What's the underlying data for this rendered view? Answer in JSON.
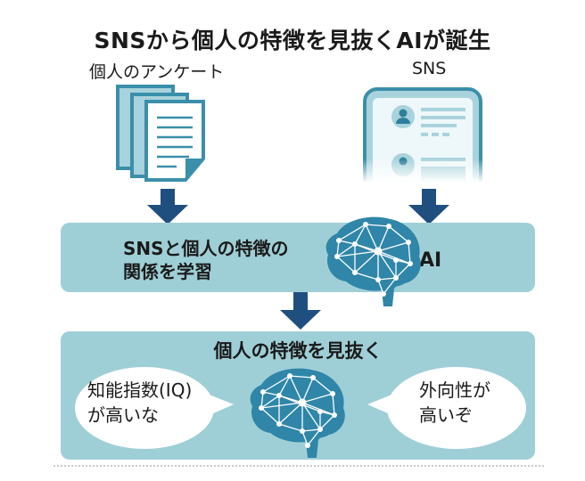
{
  "title": "SNSから個人の特徴を見抜くAIが誕生",
  "inputs": {
    "survey_label": "個人のアンケート",
    "sns_label": "SNS"
  },
  "learning_box": {
    "text_line1": "SNSと個人の特徴の",
    "text_line2": "関係を学習",
    "ai_label": "AI"
  },
  "result_box": {
    "heading": "個人の特徴を見抜く",
    "left_bubble": {
      "line1": "知能指数(IQ)",
      "line2": "が高いな"
    },
    "right_bubble": {
      "line1": "外向性が",
      "line2": "高いぞ"
    }
  },
  "colors": {
    "box": "#9fcfd6",
    "icon": "#3a8fab",
    "arrow": "#1f4f7f",
    "brain": "#2f86a8"
  }
}
